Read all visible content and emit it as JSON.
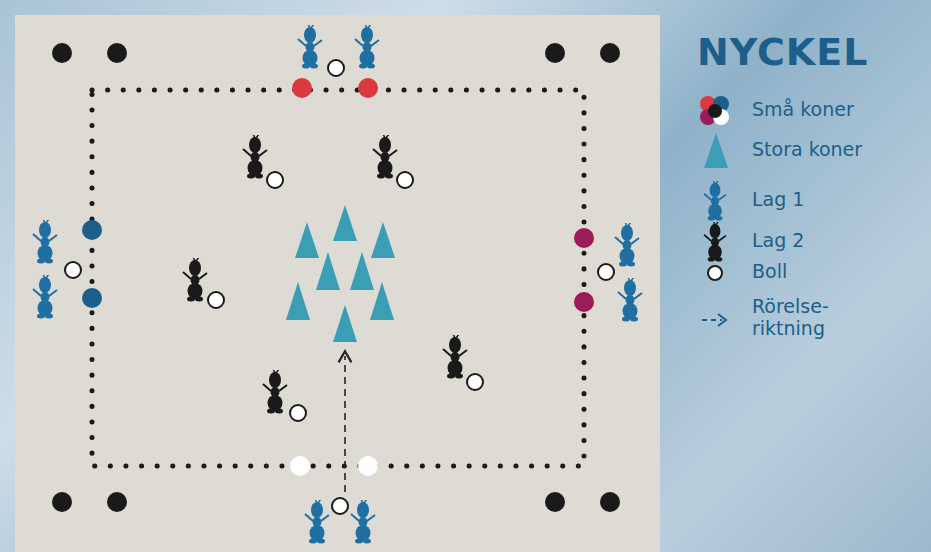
{
  "diagram": {
    "title": "NYCKEL",
    "legend": [
      {
        "text": "Små koner"
      },
      {
        "text": "Stora koner"
      },
      {
        "text": "Lag 1"
      },
      {
        "text": "Lag 2"
      },
      {
        "text": "Boll"
      },
      {
        "text": "Rörelse- riktning"
      }
    ]
  }
}
